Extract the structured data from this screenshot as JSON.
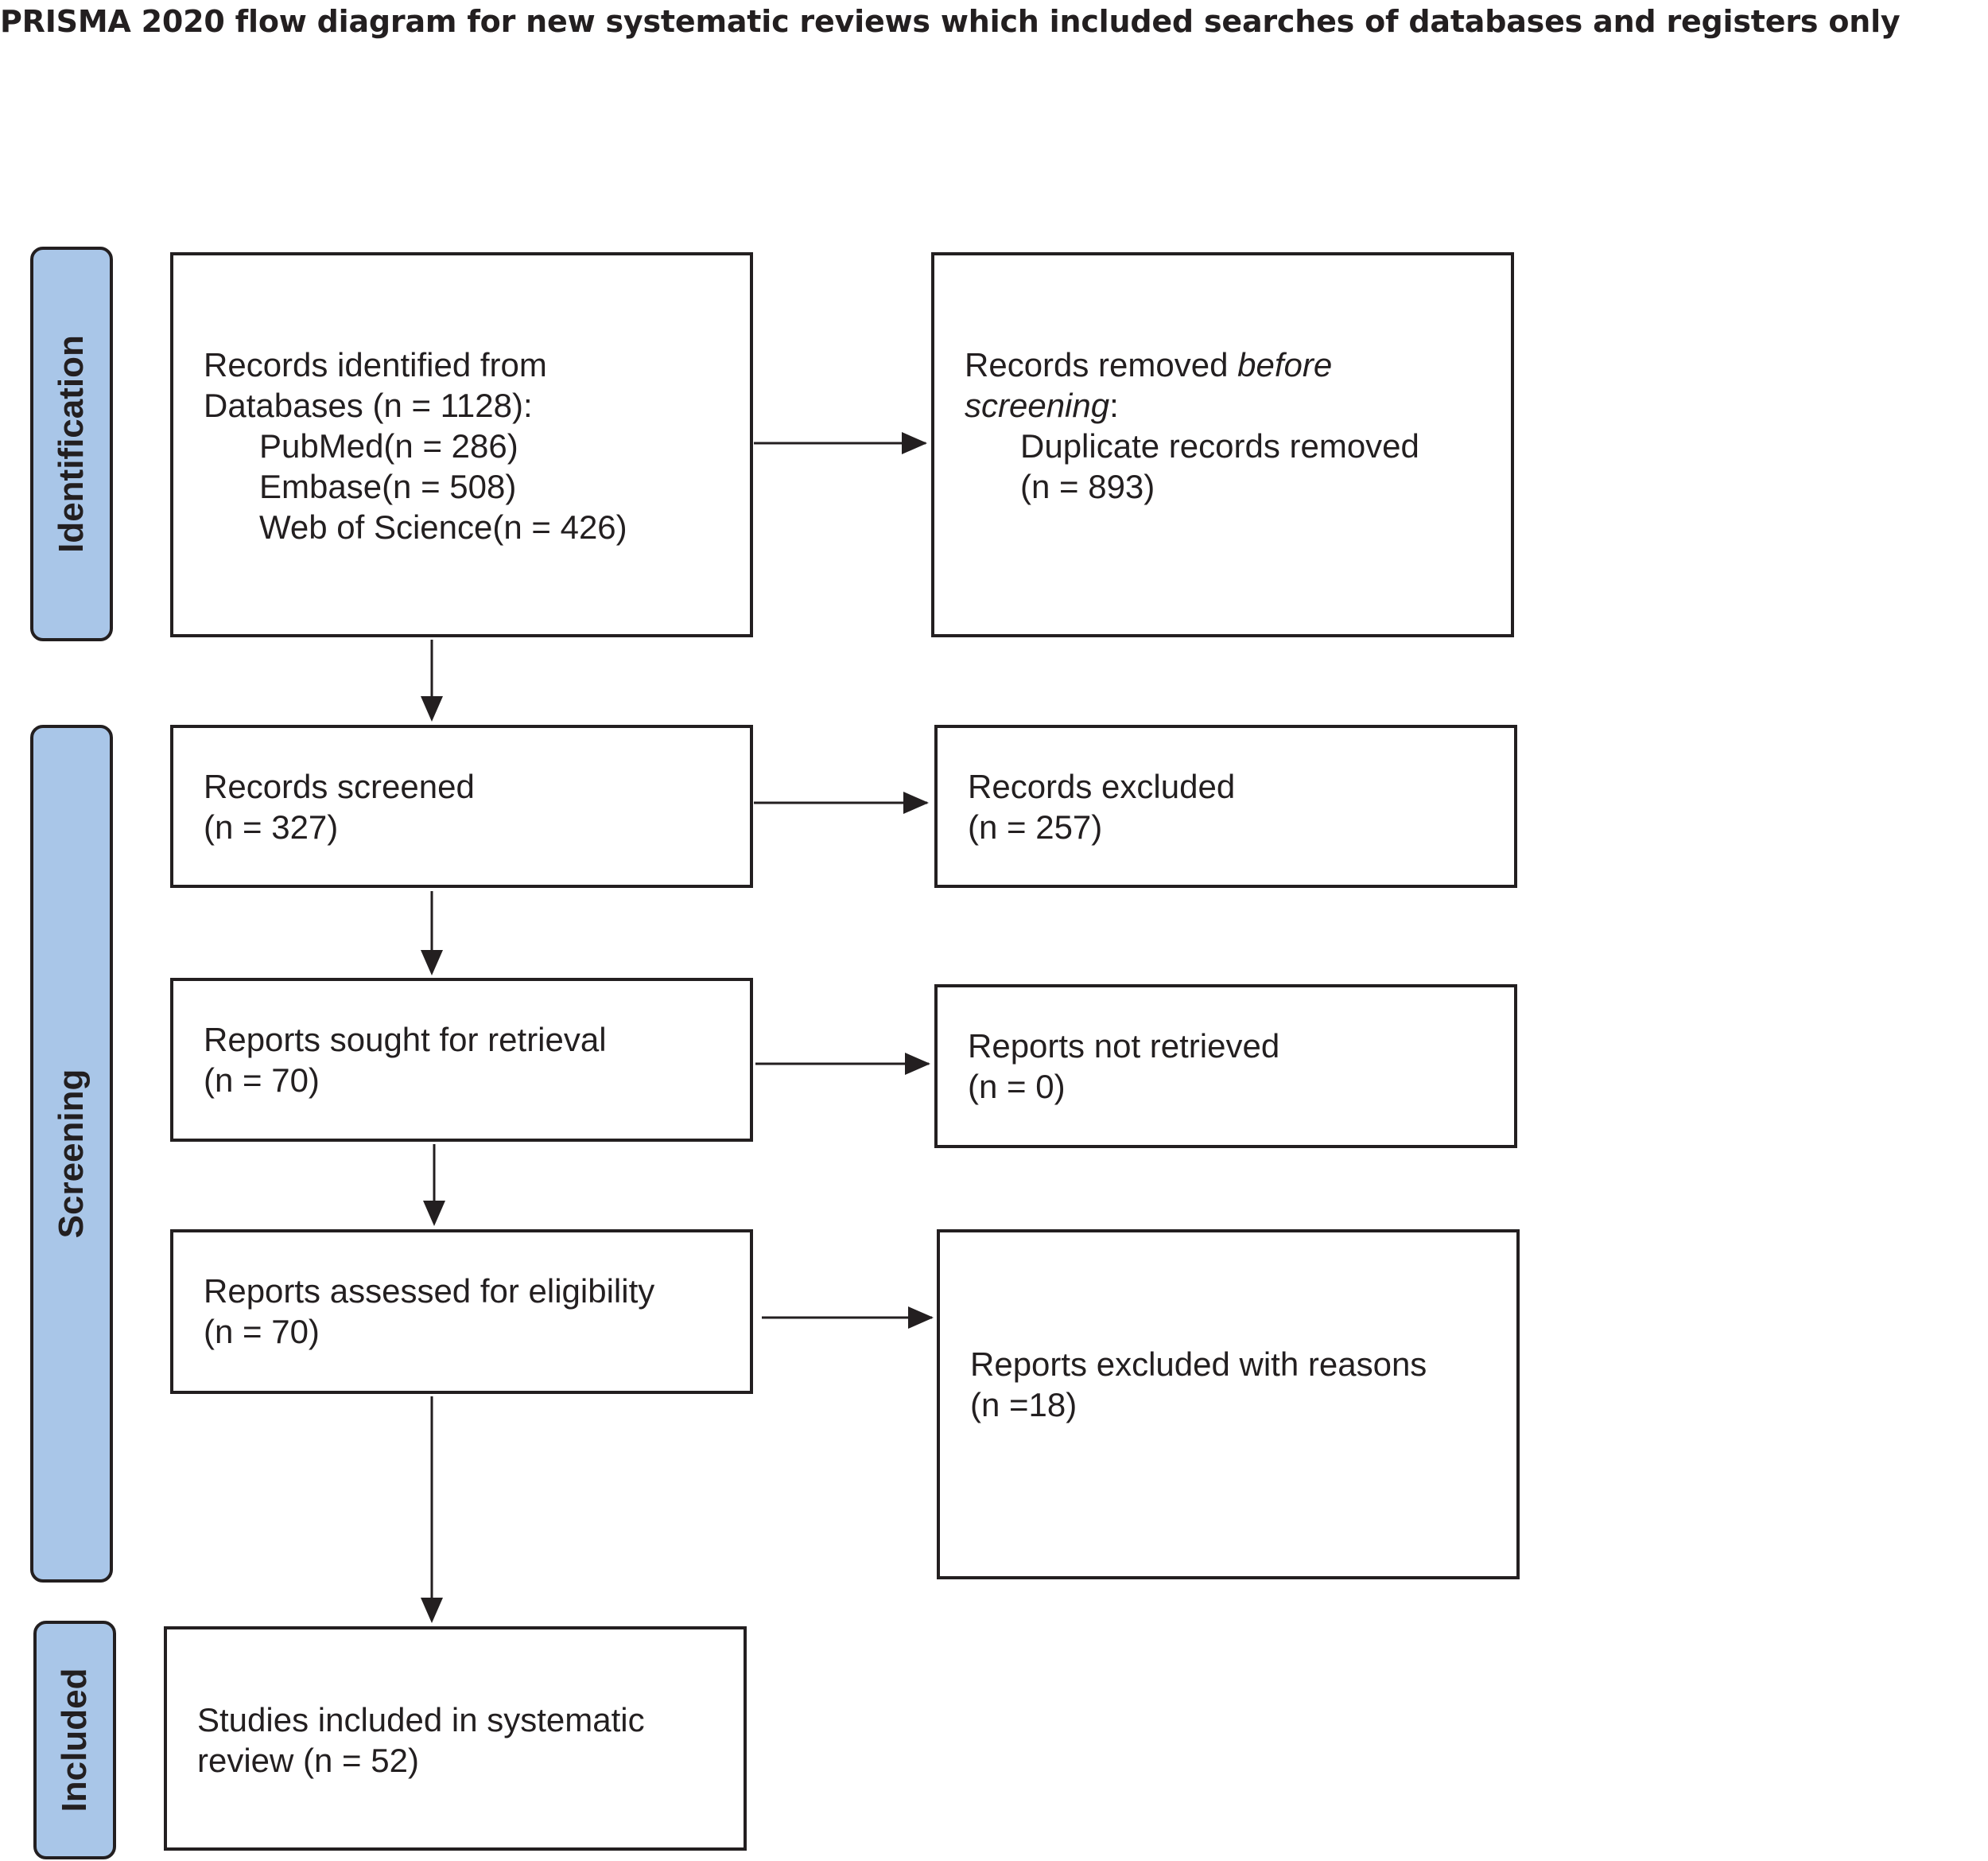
{
  "title": "PRISMA 2020 flow diagram for new systematic reviews which included searches of databases and registers only",
  "phases": {
    "identification": "Identification",
    "screening": "Screening",
    "included": "Included"
  },
  "boxes": {
    "identified": {
      "line1": "Records identified from",
      "line2": "Databases (n = 1128):",
      "sources": [
        "PubMed(n = 286)",
        "Embase(n = 508)",
        "Web of Science(n = 426)"
      ]
    },
    "removed": {
      "line1_start": "Records removed ",
      "line1_em": "before",
      "line2_em": "screening",
      "line2_end": ":",
      "line3": "Duplicate records removed",
      "line4": "(n = 893)"
    },
    "screened": {
      "line1": "Records screened",
      "line2": "(n = 327)"
    },
    "excluded": {
      "line1": "Records excluded",
      "line2": "(n = 257)"
    },
    "sought": {
      "line1": "Reports sought for retrieval",
      "line2": "(n = 70)"
    },
    "not_retrieved": {
      "line1": "Reports not retrieved",
      "line2": "(n = 0)"
    },
    "assessed": {
      "line1": "Reports assessed for eligibility",
      "line2": "(n = 70)"
    },
    "excluded_reasons": {
      "line1": "Reports excluded with reasons",
      "line2": "(n =18)"
    },
    "included": {
      "line1": "Studies included in systematic",
      "line2": "review (n = 52)"
    }
  }
}
